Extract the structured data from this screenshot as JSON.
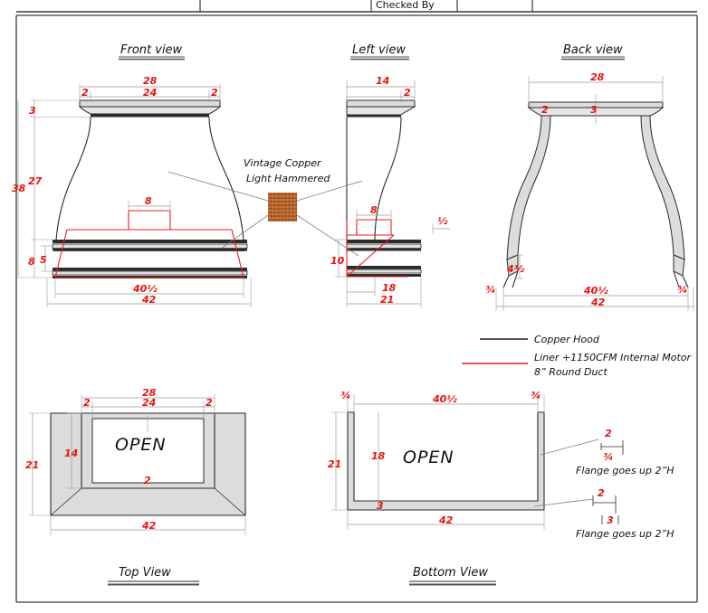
{
  "sheet": {
    "title_block": {
      "checked_by_label": "Checked By"
    },
    "colors": {
      "dimension_red": "#e8120e",
      "hood_outline": "#2b2b2b",
      "liner_red": "#ee1c1c",
      "fill_gray": "#dcdcdc",
      "copper_swatch": "#b5652f",
      "leader_gray": "#808080",
      "sheet_border": "#3a3a3a",
      "background": "#ffffff"
    }
  },
  "views": {
    "front": {
      "title": "Front view",
      "dims": {
        "top_overall": "28",
        "top_inner": "24",
        "top_left_offset": "2",
        "top_right_offset": "2",
        "crown_height": "3",
        "body_height": "27",
        "total_height": "38",
        "duct_width": "8",
        "apron_height": "8",
        "apron_inner": "5",
        "bottom_inner": "40½",
        "bottom_overall": "42"
      }
    },
    "left": {
      "title": "Left view",
      "dims": {
        "top_overall": "14",
        "top_offset": "2",
        "duct_width": "8",
        "apron_height": "10",
        "bottom_inner": "18",
        "bottom_overall": "21",
        "half_mark": "½"
      }
    },
    "back": {
      "title": "Back view",
      "dims": {
        "top_overall": "28",
        "left_offset": "2",
        "crown_height": "3",
        "flange_height": "4½",
        "flange_left_thickness": "¾",
        "flange_right_thickness": "¾",
        "bottom_inner": "40½",
        "bottom_overall": "42"
      }
    },
    "top": {
      "title": "Top View",
      "open_label": "OPEN",
      "dims": {
        "top_overall": "28",
        "top_inner": "24",
        "left_offset": "2",
        "right_offset": "2",
        "depth_inner": "14",
        "depth_overall": "21",
        "band_width": "2",
        "bottom_overall": "42"
      }
    },
    "bottom": {
      "title": "Bottom View",
      "open_label": "OPEN",
      "dims": {
        "left_thickness": "¾",
        "right_thickness": "¾",
        "top_inner": "40½",
        "depth_overall": "21",
        "depth_inner": "18",
        "base_thickness": "3",
        "bottom_overall": "42"
      }
    }
  },
  "annotations": {
    "finish": {
      "line1": "Vintage Copper",
      "line2": "Light Hammered"
    },
    "flange_upper": {
      "dim_horizontal": "2",
      "dim_vertical": "¾",
      "note": "Flange goes up 2”H"
    },
    "flange_lower": {
      "dim_horizontal": "2",
      "dim_vertical": "3",
      "note": "Flange goes up 2”H"
    }
  },
  "legend": {
    "items": [
      {
        "swatch_color": "#3f3f3f",
        "label": "Copper Hood",
        "label2": ""
      },
      {
        "swatch_color": "#ee1c1c",
        "label": "Liner +1150CFM Internal Motor",
        "label2": "8” Round Duct"
      }
    ]
  }
}
